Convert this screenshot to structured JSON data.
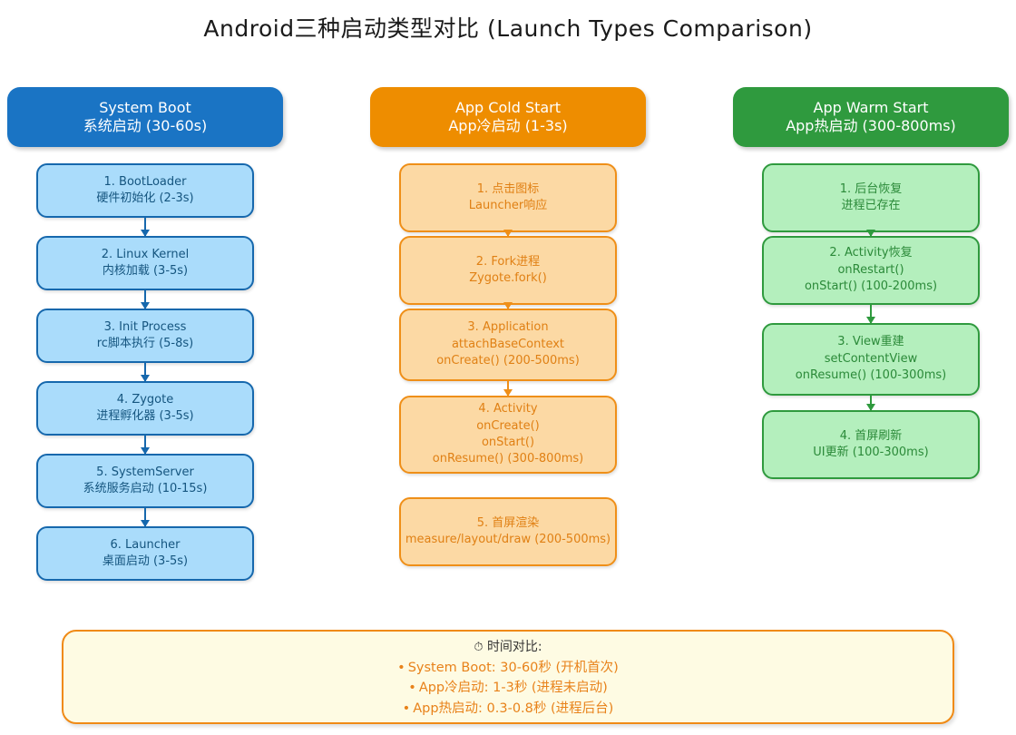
{
  "title": "Android三种启动类型对比 (Launch Types Comparison)",
  "colors": {
    "blue_header_bg": "#1a74c4",
    "blue_node_bg": "#aadcfb",
    "blue_border": "#1668ad",
    "blue_text": "#15557f",
    "orange_header_bg": "#ee8d00",
    "orange_node_bg": "#fcd9a4",
    "orange_border": "#ef8f18",
    "orange_text": "#e08014",
    "green_header_bg": "#2f9a3e",
    "green_node_bg": "#b4efbd",
    "green_border": "#2f9a3e",
    "green_text": "#2b8a39",
    "summary_bg": "#fefbe3",
    "summary_border": "#f08a15"
  },
  "columns": [
    {
      "id": "system-boot",
      "header": {
        "en": "System Boot",
        "zh": "系统启动 (30-60s)"
      },
      "nodes": [
        {
          "lines": [
            "1. BootLoader",
            "硬件初始化 (2-3s)"
          ]
        },
        {
          "lines": [
            "2. Linux Kernel",
            "内核加载 (3-5s)"
          ]
        },
        {
          "lines": [
            "3. Init Process",
            "rc脚本执行 (5-8s)"
          ]
        },
        {
          "lines": [
            "4. Zygote",
            "进程孵化器 (3-5s)"
          ]
        },
        {
          "lines": [
            "5. SystemServer",
            "系统服务启动 (10-15s)"
          ]
        },
        {
          "lines": [
            "6. Launcher",
            "桌面启动 (3-5s)"
          ]
        }
      ]
    },
    {
      "id": "app-cold-start",
      "header": {
        "en": "App Cold Start",
        "zh": "App冷启动 (1-3s)"
      },
      "nodes": [
        {
          "lines": [
            "1. 点击图标",
            "Launcher响应"
          ]
        },
        {
          "lines": [
            "2. Fork进程",
            "Zygote.fork()"
          ]
        },
        {
          "lines": [
            "3. Application",
            "attachBaseContext",
            "onCreate() (200-500ms)"
          ]
        },
        {
          "lines": [
            "4. Activity",
            "onCreate()",
            "onStart()",
            "onResume() (300-800ms)"
          ]
        },
        {
          "lines": [
            "5. 首屏渲染",
            "measure/layout/draw (200-500ms)"
          ]
        }
      ]
    },
    {
      "id": "app-warm-start",
      "header": {
        "en": "App Warm Start",
        "zh": "App热启动 (300-800ms)"
      },
      "nodes": [
        {
          "lines": [
            "1. 后台恢复",
            "进程已存在"
          ]
        },
        {
          "lines": [
            "2. Activity恢复",
            "onRestart()",
            "onStart() (100-200ms)"
          ]
        },
        {
          "lines": [
            "3. View重建",
            "setContentView",
            "onResume() (100-300ms)"
          ]
        },
        {
          "lines": [
            "4. 首屏刷新",
            "UI更新 (100-300ms)"
          ]
        }
      ]
    }
  ],
  "summary": {
    "icon": "stopwatch-icon",
    "icon_glyph": "⏱",
    "heading": "时间对比:",
    "items": [
      "System Boot: 30-60秒 (开机首次)",
      "App冷启动: 1-3秒 (进程未启动)",
      "App热启动: 0.3-0.8秒 (进程后台)"
    ],
    "bullet": "•"
  }
}
